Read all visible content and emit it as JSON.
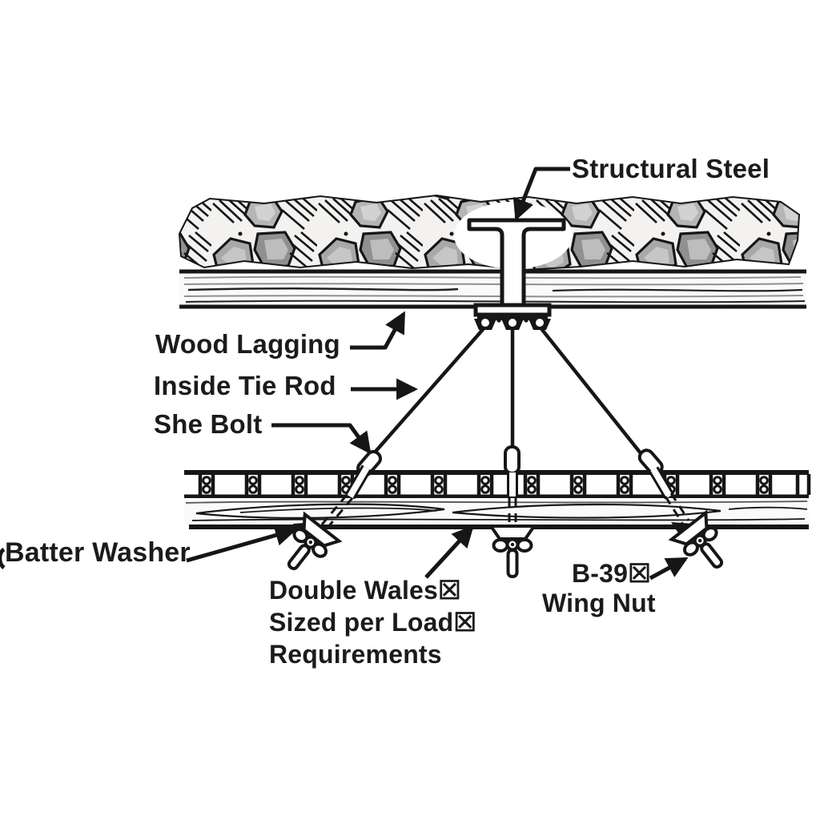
{
  "diagram": {
    "labels": {
      "structural_steel": "Structural Steel",
      "wood_lagging": "Wood Lagging",
      "inside_tie_rod": "Inside Tie Rod",
      "she_bolt": "She Bolt",
      "batter_washer": "Batter Washer",
      "double_wales": {
        "line1": "Double Wales☒",
        "line2": "Sized per Load☒",
        "line3": "Requirements"
      },
      "wing_nut": {
        "line1": "B-39☒",
        "line2": "Wing Nut"
      }
    },
    "colors": {
      "ink": "#161616",
      "background": "#ffffff",
      "rock_mid": "#a8a8a8",
      "rock_dark": "#909090",
      "rock_light": "#c6c6c6",
      "wood_fill": "#fbfaf8",
      "grain_gray": "#8f8f8f"
    }
  }
}
